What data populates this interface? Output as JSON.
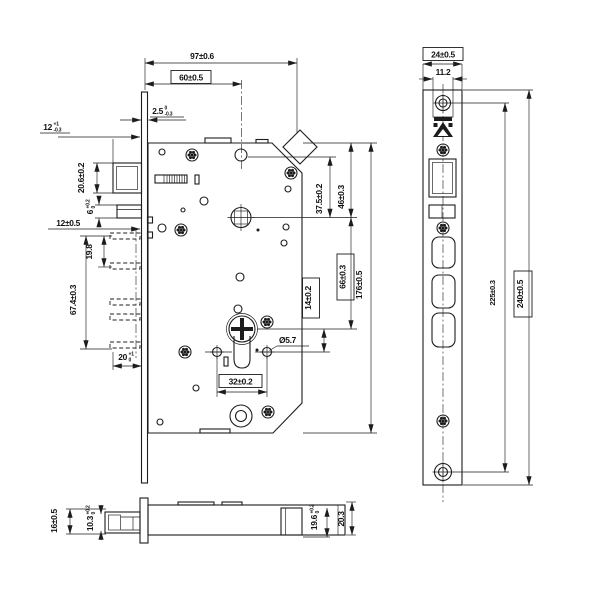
{
  "colors": {
    "line": "#1c1c1c",
    "background": "#ffffff"
  },
  "icons": {
    "torx_screw": "torx-screw-icon",
    "phillips_screw": "phillips-screw-icon",
    "cross_hole": "cross-hole-icon",
    "brand_logo": "brand-logo-triangle"
  },
  "dims": {
    "d97": {
      "text": "97±0.6"
    },
    "d60": {
      "text": "60±0.5"
    },
    "d2_5": {
      "value": "2.5",
      "tol_top": "0",
      "tol_bottom": "-0.3"
    },
    "d12_top": {
      "value": "12",
      "tol_top": "+1",
      "tol_bottom": "-0.3"
    },
    "d20_6": {
      "text": "20.6±0.2"
    },
    "d6": {
      "value": "6",
      "tol_top": "+0.2",
      "tol_bottom": "0"
    },
    "d12_left": {
      "text": "12±0.5"
    },
    "d19_8": {
      "text": "19.8"
    },
    "d67_4": {
      "text": "67.4±0.3"
    },
    "d20": {
      "value": "20",
      "tol_top": "+1",
      "tol_bottom": "0"
    },
    "d37_5": {
      "text": "37.5±0.2"
    },
    "d46": {
      "text": "46±0.3"
    },
    "d66": {
      "text": "66±0.3"
    },
    "d14": {
      "text": "14±0.2"
    },
    "d176": {
      "text": "176±0.5"
    },
    "d32": {
      "text": "32±0.2"
    },
    "dia5_7": {
      "text": "Ø5.7"
    },
    "d24": {
      "text": "24±0.5"
    },
    "d11_2": {
      "text": "11.2"
    },
    "d225": {
      "text": "225±0.3"
    },
    "d240": {
      "text": "240±0.5"
    },
    "d16": {
      "text": "16±0.5"
    },
    "d10_3": {
      "value": "10.3",
      "tol_top": "+0.2",
      "tol_bottom": "0"
    },
    "d19_6": {
      "value": "19.6",
      "tol_top": "+0.2",
      "tol_bottom": "0"
    },
    "d20_3": {
      "text": "20.3"
    }
  }
}
